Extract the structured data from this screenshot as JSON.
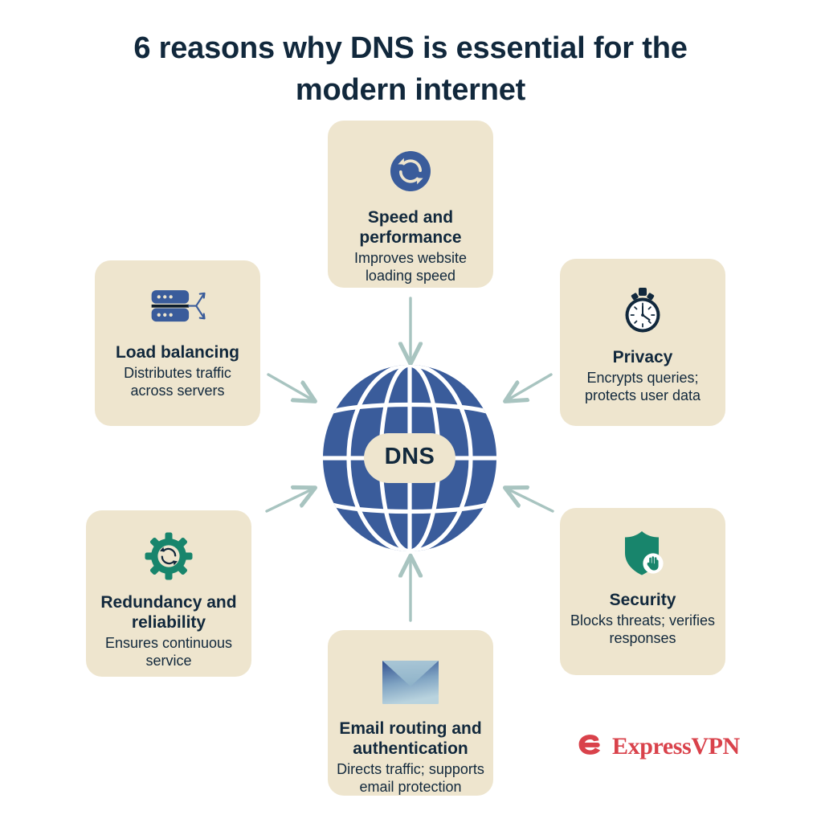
{
  "title": "6 reasons why DNS is essential for the modern internet",
  "center": {
    "label": "DNS",
    "icon": "globe-icon"
  },
  "colors": {
    "page_background": "#FFFFFF",
    "card_background": "#EEE5CE",
    "title_text": "#11283C",
    "globe_blue": "#3A5C9B",
    "icon_blue": "#3A5C9B",
    "icon_green": "#18856C",
    "icon_navy": "#11283C",
    "arrow": "#A8C4C0",
    "brand_red": "#D9424B"
  },
  "cards": [
    {
      "id": "speed",
      "icon": "sync-refresh-icon",
      "title": "Speed and performance",
      "desc": "Improves website loading speed"
    },
    {
      "id": "load-balancing",
      "icon": "server-branch-icon",
      "title": "Load balancing",
      "desc": "Distributes traffic across servers"
    },
    {
      "id": "privacy",
      "icon": "stopwatch-icon",
      "title": "Privacy",
      "desc": "Encrypts queries; protects user data"
    },
    {
      "id": "redundancy",
      "icon": "gear-refresh-icon",
      "title": "Redundancy and reliability",
      "desc": "Ensures continuous service"
    },
    {
      "id": "security",
      "icon": "shield-hand-icon",
      "title": "Security",
      "desc": "Blocks threats; verifies responses"
    },
    {
      "id": "email",
      "icon": "envelope-icon",
      "title": "Email routing and authentication",
      "desc": "Directs traffic; supports email protection"
    }
  ],
  "arrows": [
    {
      "name": "arrow-speed-to-center",
      "direction": "down"
    },
    {
      "name": "arrow-load-to-center",
      "direction": "down-right"
    },
    {
      "name": "arrow-privacy-to-center",
      "direction": "down-left"
    },
    {
      "name": "arrow-redundancy-to-center",
      "direction": "up-right"
    },
    {
      "name": "arrow-security-to-center",
      "direction": "up-left"
    },
    {
      "name": "arrow-email-to-center",
      "direction": "up"
    }
  ],
  "logo": {
    "name": "expressvpn-logo",
    "text": "ExpressVPN"
  }
}
